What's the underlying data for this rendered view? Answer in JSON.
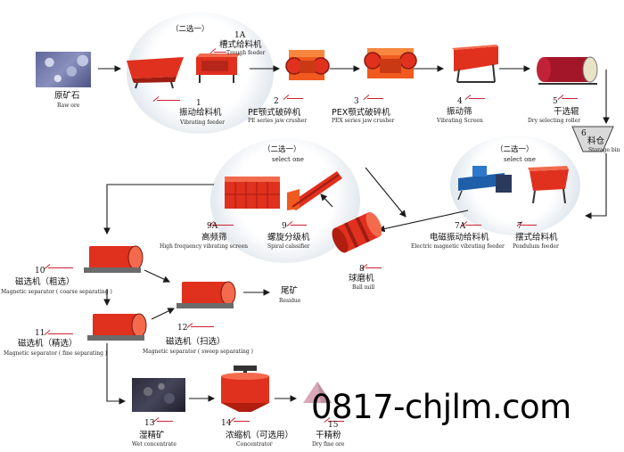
{
  "labels": {
    "raw_ore_zh": "原矿石",
    "raw_ore_en": "Raw ore",
    "select_zh_1": "（二选一）",
    "select_zh_2": "（二选一）",
    "select_zh_3": "（二选一）",
    "select_one_2": "select one",
    "select_one_3": "select one",
    "n1a": "1A",
    "trough_feeder_zh": "槽式给料机",
    "trough_feeder_en": "Trough feeder",
    "n1": "1",
    "vibrating_feeder_zh": "振动给料机",
    "vibrating_feeder_en": "Vibrating feeder",
    "n2": "2",
    "pe_crusher_zh": "PE颚式破碎机",
    "pe_crusher_en": "PE series jaw crusher",
    "n3": "3",
    "pex_crusher_zh": "PEX颚式破碎机",
    "pex_crusher_en": "PEX series jaw crusher",
    "n4": "4",
    "vibrating_screen_zh": "振动筛",
    "vibrating_screen_en": "Vibrating Screen",
    "n5": "5",
    "dry_roller_zh": "干选辊",
    "dry_roller_en": "Dry selecting roller",
    "n6": "6",
    "storage_bin_zh": "料仓",
    "storage_bin_en": "Storage bin",
    "n7": "7",
    "pendulum_feeder_zh": "摆式给料机",
    "pendulum_feeder_en": "Pendulum feeder",
    "n7a": "7A",
    "em_feeder_zh": "电磁振动给料机",
    "em_feeder_en": "Electric magnetic vibrating feeder",
    "n8": "8",
    "ball_mill_zh": "球磨机",
    "ball_mill_en": "Ball mill",
    "n9": "9",
    "spiral_classifier_zh": "螺旋分级机",
    "spiral_classifier_en": "Spiral calssifier",
    "n9a": "9A",
    "hf_screen_zh": "高频筛",
    "hf_screen_en": "High frequency vibrating screen",
    "n10": "10",
    "mag_coarse_zh": "磁选机（粗选）",
    "mag_coarse_en": "Magnetic separator ( coarse separating )",
    "n11": "11",
    "mag_fine_zh": "磁选机（精选）",
    "mag_fine_en": "Magnetic separator ( fine separating )",
    "n12": "12",
    "mag_sweep_zh": "磁选机（扫选）",
    "mag_sweep_en": "Magnetic separator ( sweep separating )",
    "residue_zh": "尾矿",
    "residue_en": "Residue",
    "n13": "13",
    "wet_concentrate_zh": "湿精矿",
    "wet_concentrate_en": "Wet concentrate",
    "n14": "14",
    "concentrator_zh": "浓缩机（可选用）",
    "concentrator_en": "Concentrator",
    "n15": "15",
    "dry_fine_zh": "干精粉",
    "dry_fine_en": "Dry fine ore"
  },
  "watermark": "0817-chjlm.com",
  "colors": {
    "machine_red": "#e0301e",
    "machine_orange": "#f05a1e",
    "arrow": "#1a1a1a",
    "tick_red": "#cc2233",
    "ore_blue": "#6a72a8",
    "storage_gray": "#d9d9d9"
  }
}
